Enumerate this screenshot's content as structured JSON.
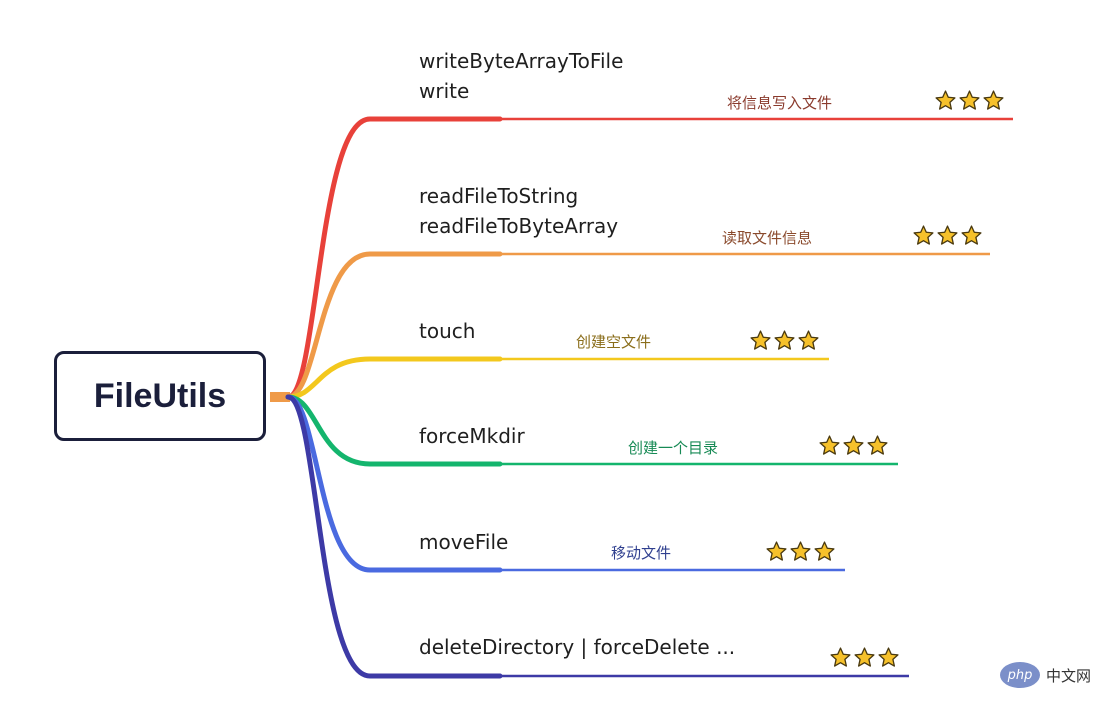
{
  "root": {
    "label": "FileUtils"
  },
  "branches": [
    {
      "methods": [
        "writeByteArrayToFile",
        "write"
      ],
      "description": "将信息写入文件",
      "stars": 3,
      "color": "#e8413a"
    },
    {
      "methods": [
        "readFileToString",
        "readFileToByteArray"
      ],
      "description": "读取文件信息",
      "stars": 3,
      "color": "#ef9a48"
    },
    {
      "methods": [
        "touch"
      ],
      "description": "创建空文件",
      "stars": 3,
      "color": "#f3c81d"
    },
    {
      "methods": [
        "forceMkdir"
      ],
      "description": "创建一个目录",
      "stars": 3,
      "color": "#14b56d"
    },
    {
      "methods": [
        "moveFile"
      ],
      "description": "移动文件",
      "stars": 3,
      "color": "#4a6ae0"
    },
    {
      "methods": [
        "deleteDirectory | forceDelete ..."
      ],
      "description": "",
      "stars": 3,
      "color": "#3d3aa6"
    }
  ],
  "desc_colors": [
    "#8a3a2c",
    "#8a4a2c",
    "#8a6d1a",
    "#178a55",
    "#2f3f8f",
    "#2f3f8f"
  ],
  "watermark": {
    "badge": "php",
    "text": "中文网"
  },
  "star_color": "#f6c12b"
}
